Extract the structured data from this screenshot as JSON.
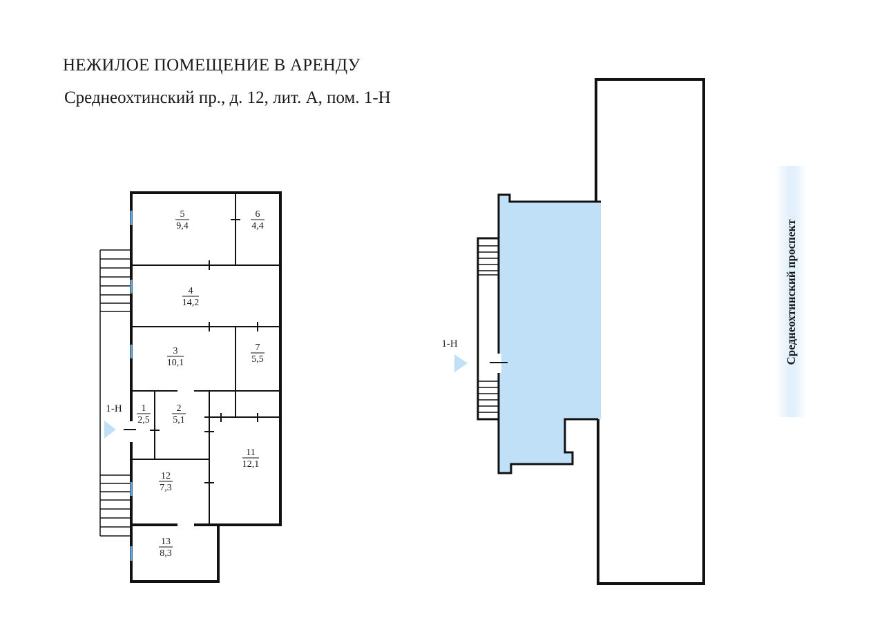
{
  "header": {
    "title": "НЕЖИЛОЕ ПОМЕЩЕНИЕ В АРЕНДУ",
    "address": "Среднеохтинский пр., д. 12, лит. А, пом. 1-Н"
  },
  "floor_plan": {
    "entrance_label": "1-Н",
    "rooms": [
      {
        "number": "5",
        "area": "9,4"
      },
      {
        "number": "6",
        "area": "4,4"
      },
      {
        "number": "4",
        "area": "14,2"
      },
      {
        "number": "3",
        "area": "10,1"
      },
      {
        "number": "7",
        "area": "5,5"
      },
      {
        "number": "1",
        "area": "2,5"
      },
      {
        "number": "2",
        "area": "5,1"
      },
      {
        "number": "11",
        "area": "12,1"
      },
      {
        "number": "12",
        "area": "7,3"
      },
      {
        "number": "13",
        "area": "8,3"
      }
    ]
  },
  "site_plan": {
    "entrance_label": "1-Н",
    "street_name": "Среднеохтинский проспект",
    "highlight_color": "#bfe0f6"
  },
  "colors": {
    "wall": "#111111",
    "arrow": "#bfe0f6",
    "window": "#6aa6d6"
  }
}
